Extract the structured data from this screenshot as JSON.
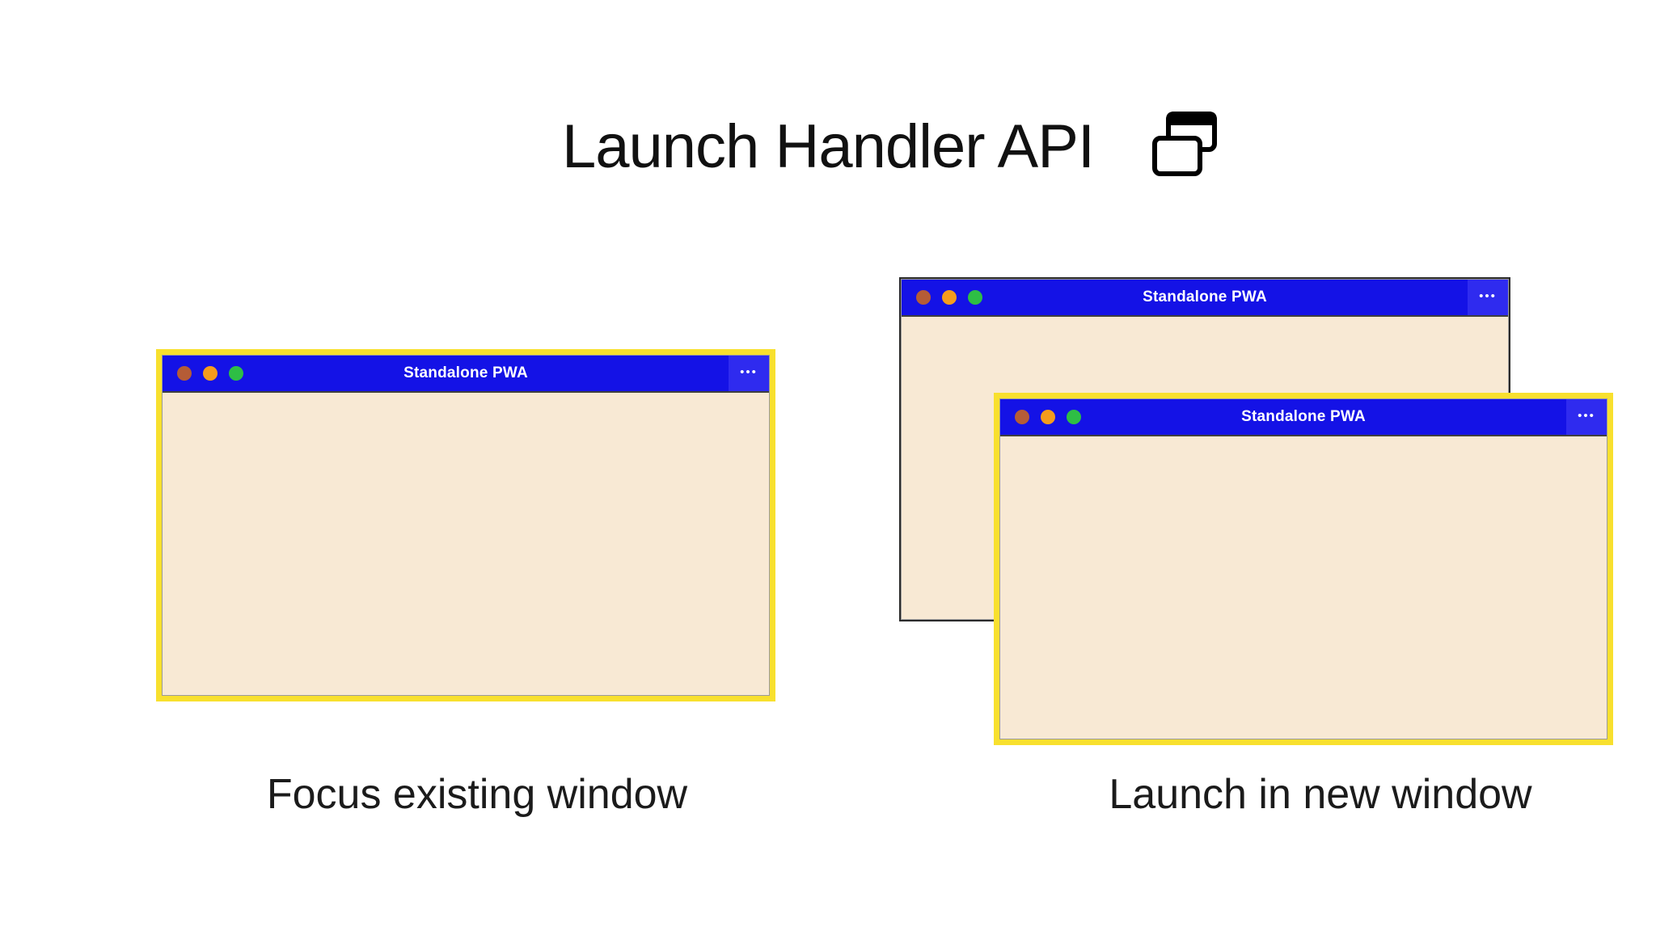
{
  "header": {
    "title": "Launch Handler API",
    "icon": "overlapping-windows-icon"
  },
  "window": {
    "title": "Standalone PWA",
    "menu_dots": "•••",
    "controls": [
      "close",
      "minimize",
      "maximize"
    ]
  },
  "captions": {
    "focus": "Focus existing window",
    "new_window": "Launch in new window"
  },
  "colors": {
    "titlebar_blue": "#1412e6",
    "menu_button_blue": "#2f2bef",
    "content_cream": "#f8e9d4",
    "highlight_yellow": "#f8e02e",
    "window_border_dark": "#2b2b2b",
    "dot_close": "#b55c36",
    "dot_minimize": "#f59c1d",
    "dot_maximize": "#2ebe45",
    "titlebar_text": "#ffffff",
    "page_background": "#ffffff"
  }
}
